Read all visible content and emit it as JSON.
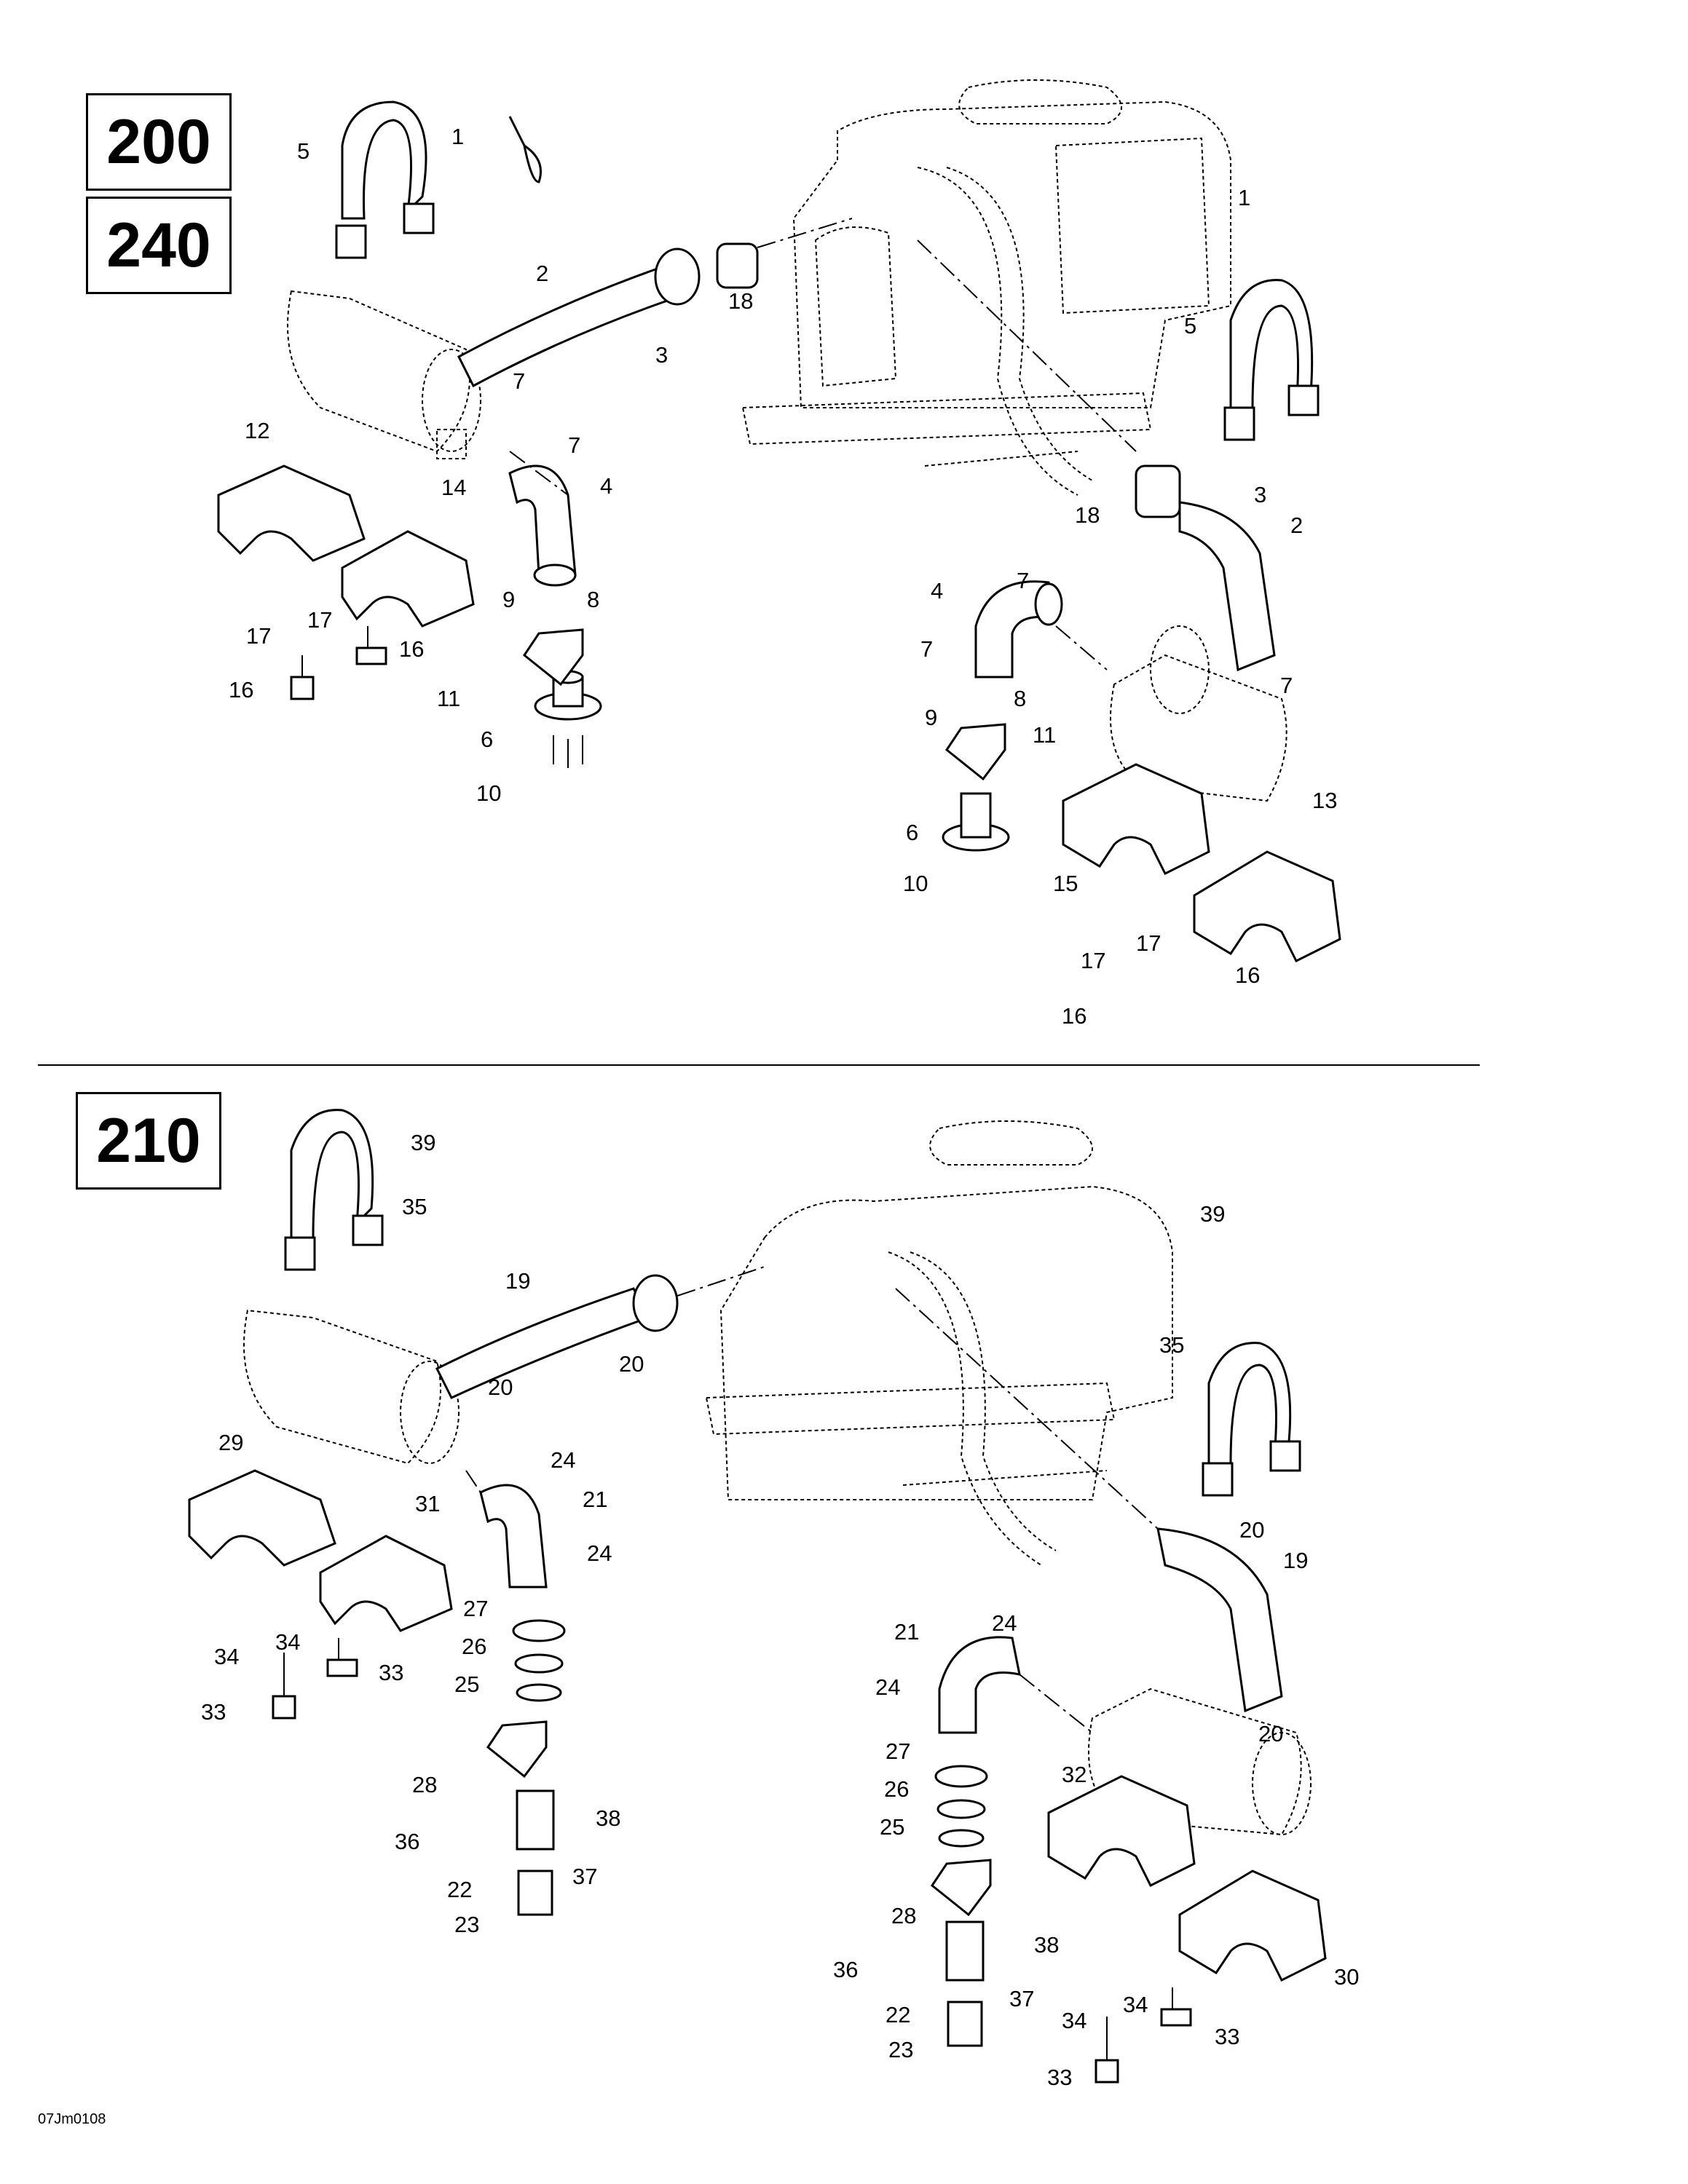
{
  "models": {
    "top": [
      "200",
      "240"
    ],
    "bottom": [
      "210"
    ]
  },
  "drawing_code": "07Jm0108",
  "callouts_top": [
    "1",
    "5",
    "2",
    "3",
    "18",
    "7",
    "12",
    "14",
    "4",
    "7",
    "9",
    "8",
    "17",
    "17",
    "16",
    "16",
    "11",
    "6",
    "10",
    "1",
    "5",
    "18",
    "3",
    "2",
    "4",
    "7",
    "7",
    "7",
    "9",
    "8",
    "11",
    "6",
    "10",
    "15",
    "13",
    "17",
    "17",
    "16",
    "16"
  ],
  "callouts_bottom": [
    "39",
    "35",
    "19",
    "20",
    "20",
    "29",
    "24",
    "21",
    "31",
    "24",
    "27",
    "26",
    "25",
    "34",
    "34",
    "33",
    "33",
    "28",
    "36",
    "38",
    "22",
    "37",
    "23",
    "39",
    "35",
    "20",
    "19",
    "21",
    "24",
    "24",
    "20",
    "27",
    "26",
    "25",
    "32",
    "28",
    "38",
    "36",
    "37",
    "22",
    "23",
    "34",
    "34",
    "33",
    "33",
    "30"
  ]
}
